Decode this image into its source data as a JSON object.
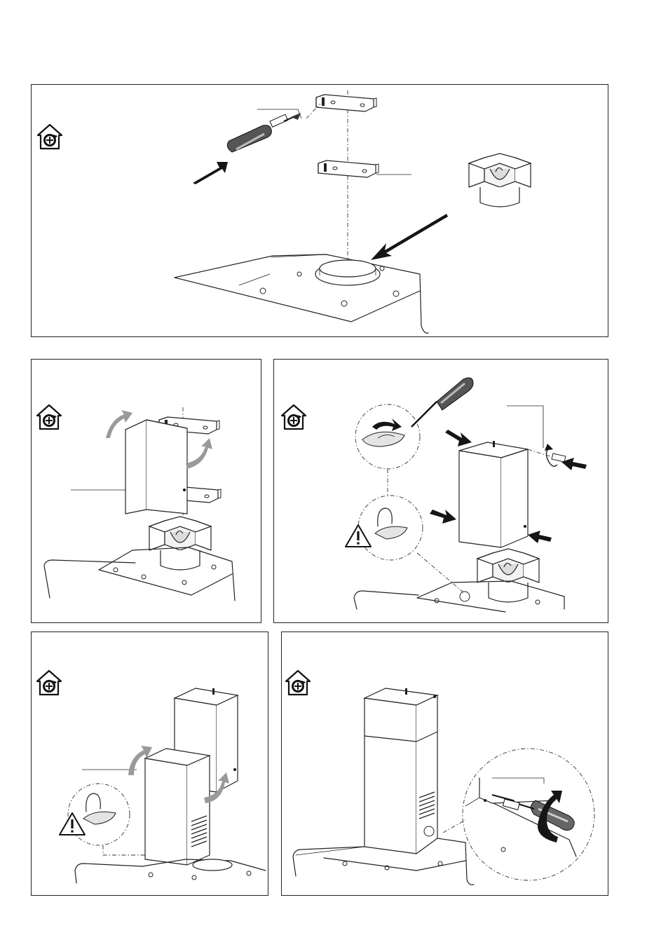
{
  "document": {
    "type": "installation-diagram",
    "panels": [
      {
        "id": "p1",
        "icon": "house-fan-icon"
      },
      {
        "id": "p2",
        "icon": "house-fan-icon"
      },
      {
        "id": "p3",
        "icon": "house-fan-icon",
        "warning": "warning-icon"
      },
      {
        "id": "p4",
        "icon": "house-fan-icon",
        "warning": "warning-icon"
      },
      {
        "id": "p5",
        "icon": "house-fan-icon"
      }
    ],
    "warning_symbol": "!",
    "colors": {
      "line": "#222222",
      "arrow_grey": "#9a9a9a",
      "arrow_black": "#151515",
      "background": "#ffffff"
    }
  }
}
